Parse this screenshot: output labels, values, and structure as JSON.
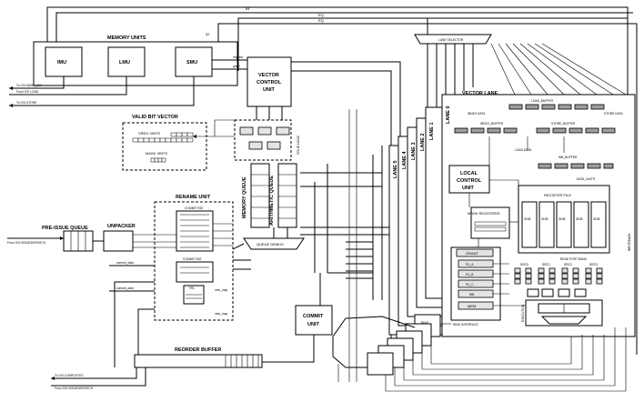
{
  "blocks": {
    "memory_units": "MEMORY UNITS",
    "imu": "IMU",
    "lmu": "LMU",
    "smu": "SMU",
    "vcu": [
      "VECTOR",
      "CONTROL",
      "UNIT"
    ],
    "valid_bit_vector": "VALID BIT VECTOR",
    "vreg_vbits": "VREG VBITS",
    "mask_vbits": "MASK VBITS",
    "rename_unit": "RENAME UNIT",
    "pre_issue_queue": "PRE-ISSUE QUEUE",
    "unpacker": "UNPACKER",
    "memory_queue": "MEMORY QUEUE",
    "arithmetic_queue": "ARITHMETIC QUEUE",
    "queue_demux": "QUEUE DEMUX",
    "commit_unit": [
      "COMMIT",
      "UNIT"
    ],
    "reorder_buffer": "REORDER BUFFER",
    "lane_selector": "LANE SELECTOR",
    "vector_lane": "VECTOR LANE",
    "local_control": [
      "LOCAL",
      "CONTROL",
      "UNIT"
    ],
    "mask_registers": "MASK REGISTERS",
    "register_file": "REGISTER FILE",
    "grant": "GRANT",
    "mem": "MEM",
    "ring_interface": "RING INTERFACE",
    "ring_node": [
      "RING",
      "NODE"
    ],
    "load_buffer": "LOAD_BUFFER",
    "index_buffer": "INDEX_BUFFER",
    "store_buffer": "STORE_BUFFER",
    "wb_buffer": "WB_BUFFER",
    "read_port_bank": "READ PORT BANK",
    "execution": "EXECUTION",
    "issue_logic": "ISSUE LOGIC",
    "writeback": "WRITEBACK"
  },
  "lanes": [
    "LANE 0",
    "LANE 1",
    "LANE 2",
    "LANE 3",
    "LANE 4",
    "LANE 5"
  ],
  "regfile_banks": [
    "2KB",
    "2KB",
    "2KB",
    "2KB",
    "2KB"
  ],
  "fus": [
    "FU_A",
    "FU_B",
    "FU_C",
    "WB"
  ],
  "srcs": [
    "SRC0",
    "SRC1",
    "SRC2",
    "SRC3"
  ],
  "rename_labels": {
    "commit_rat": "COMMIT RAT",
    "commit_rat2": "COMMIT RAT",
    "frl": "FRL",
    "new_map": "new_map",
    "commit_data": "commit_data",
    "commit_addr": "commit_addr"
  },
  "signals": {
    "s64": "64",
    "eq": "EQ",
    "s32": "32",
    "request": "request",
    "grant": "grant",
    "mask_idx": "To OVI.MASK_IDX",
    "load": "From OVI.LOAD",
    "store": "To OVI.STORE",
    "issue_dispatch": "From OVI.ISSUE/DISPATCH",
    "completed": "To OVI.COMPLETED",
    "issue_dispatch2": "From OVI.ISSUE/DISPATCH",
    "index_data": "INDEX DATA",
    "store_data": "STORE DATA",
    "load_data": "LOAD DATA",
    "data_units": "DATA_UNITS"
  }
}
